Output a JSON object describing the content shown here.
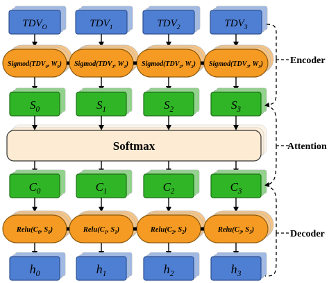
{
  "colors": {
    "blue": "#4F7FD3",
    "blue_shadow": "#9DB9EA",
    "orange": "#F59A22",
    "orange_shadow": "#F7C484",
    "green": "#2FB526",
    "green_shadow": "#8BD684",
    "softmax_fill": "#FDEBD3",
    "arrow": "#000000"
  },
  "columns": [
    {
      "input": {
        "base": "TDV",
        "sub": "O"
      },
      "sigmoid": {
        "fn": "Sigmod(TDV",
        "sub1": "0",
        "mid": ", W",
        "sub2": "0",
        "end": ")"
      },
      "state": {
        "base": "S",
        "sub": "0"
      },
      "context": {
        "base": "C",
        "sub": "0"
      },
      "relu": {
        "fn": "Relu(C",
        "sub1": "0",
        "mid": ", S",
        "sub2": "0",
        "end": ")"
      },
      "output": {
        "base": "h",
        "sub": "0"
      }
    },
    {
      "input": {
        "base": "TDV",
        "sub": "1"
      },
      "sigmoid": {
        "fn": "Sigmod(TDV",
        "sub1": "1",
        "mid": ", W",
        "sub2": "1",
        "end": ")"
      },
      "state": {
        "base": "S",
        "sub": "1"
      },
      "context": {
        "base": "C",
        "sub": "1"
      },
      "relu": {
        "fn": "Relu(C",
        "sub1": "1",
        "mid": ", S",
        "sub2": "1",
        "end": ")"
      },
      "output": {
        "base": "h",
        "sub": "1"
      }
    },
    {
      "input": {
        "base": "TDV",
        "sub": "2"
      },
      "sigmoid": {
        "fn": "Sigmod(TDV",
        "sub1": "2",
        "mid": ", W",
        "sub2": "2",
        "end": ")"
      },
      "state": {
        "base": "S",
        "sub": "2"
      },
      "context": {
        "base": "C",
        "sub": "2"
      },
      "relu": {
        "fn": "Relu(C",
        "sub1": "2",
        "mid": ", S",
        "sub2": "2",
        "end": ")"
      },
      "output": {
        "base": "h",
        "sub": "2"
      }
    },
    {
      "input": {
        "base": "TDV",
        "sub": "3"
      },
      "sigmoid": {
        "fn": "Sigmod(TDV",
        "sub1": "3",
        "mid": ", W",
        "sub2": "3",
        "end": ")"
      },
      "state": {
        "base": "S",
        "sub": "3"
      },
      "context": {
        "base": "C",
        "sub": "3"
      },
      "relu": {
        "fn": "Relu(C",
        "sub1": "3",
        "mid": ", S",
        "sub2": "3",
        "end": ")"
      },
      "output": {
        "base": "h",
        "sub": "3"
      }
    }
  ],
  "softmax_label": "Softmax",
  "side_labels": {
    "encoder": "Encoder",
    "attention": "Attention",
    "decoder": "Decoder"
  }
}
